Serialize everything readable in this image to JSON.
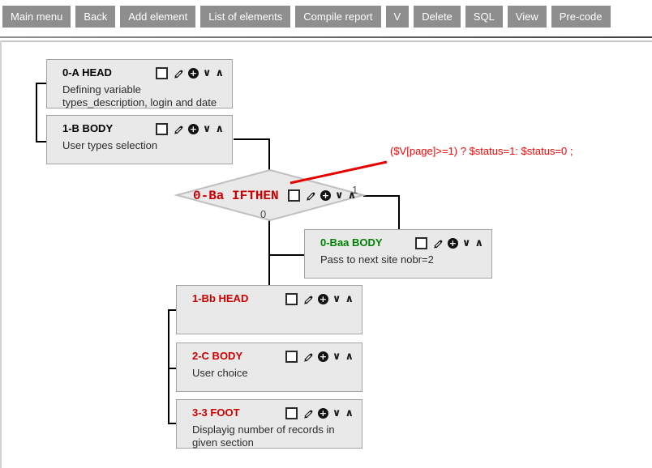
{
  "toolbar": {
    "buttons": [
      {
        "label": "Main menu"
      },
      {
        "label": "Back"
      },
      {
        "label": "Add element"
      },
      {
        "label": "List of elements"
      },
      {
        "label": "Compile report"
      },
      {
        "label": "V"
      },
      {
        "label": "Delete"
      },
      {
        "label": "SQL"
      },
      {
        "label": "View"
      },
      {
        "label": "Pre-code"
      }
    ]
  },
  "canvas": {
    "nodes": [
      {
        "title": "0-A HEAD",
        "title_color": "#000000",
        "body": "Defining variable types_description, login and date"
      },
      {
        "title": "1-B BODY",
        "title_color": "#000000",
        "body": "User types selection"
      },
      {
        "title": "0-Ba IFTHEN",
        "title_color": "#cc0000",
        "body": "",
        "shape": "diamond",
        "branch_true": "1",
        "branch_false": "0"
      },
      {
        "title": "0-Baa BODY",
        "title_color": "#008000",
        "body": "Pass to next site nobr=2"
      },
      {
        "title": "1-Bb HEAD",
        "title_color": "#cc0000",
        "body": ""
      },
      {
        "title": "2-C BODY",
        "title_color": "#cc0000",
        "body": "User choice"
      },
      {
        "title": "3-3 FOOT",
        "title_color": "#cc0000",
        "body": "Displayig number of records in given section"
      }
    ],
    "annotation": {
      "text": "($V[page]>=1) ?  $status=1: $status=0 ;",
      "color": "#ff0000"
    },
    "icons": [
      "checkbox",
      "pencil-edit",
      "plus-add",
      "chevron-down",
      "chevron-up"
    ],
    "colors": {
      "node_background": "#e9e9e9",
      "node_border": "#a4a4a4",
      "connector": "#000000",
      "annotation_line": "#e60000",
      "toolbar_button": "#8e8e8e"
    }
  }
}
